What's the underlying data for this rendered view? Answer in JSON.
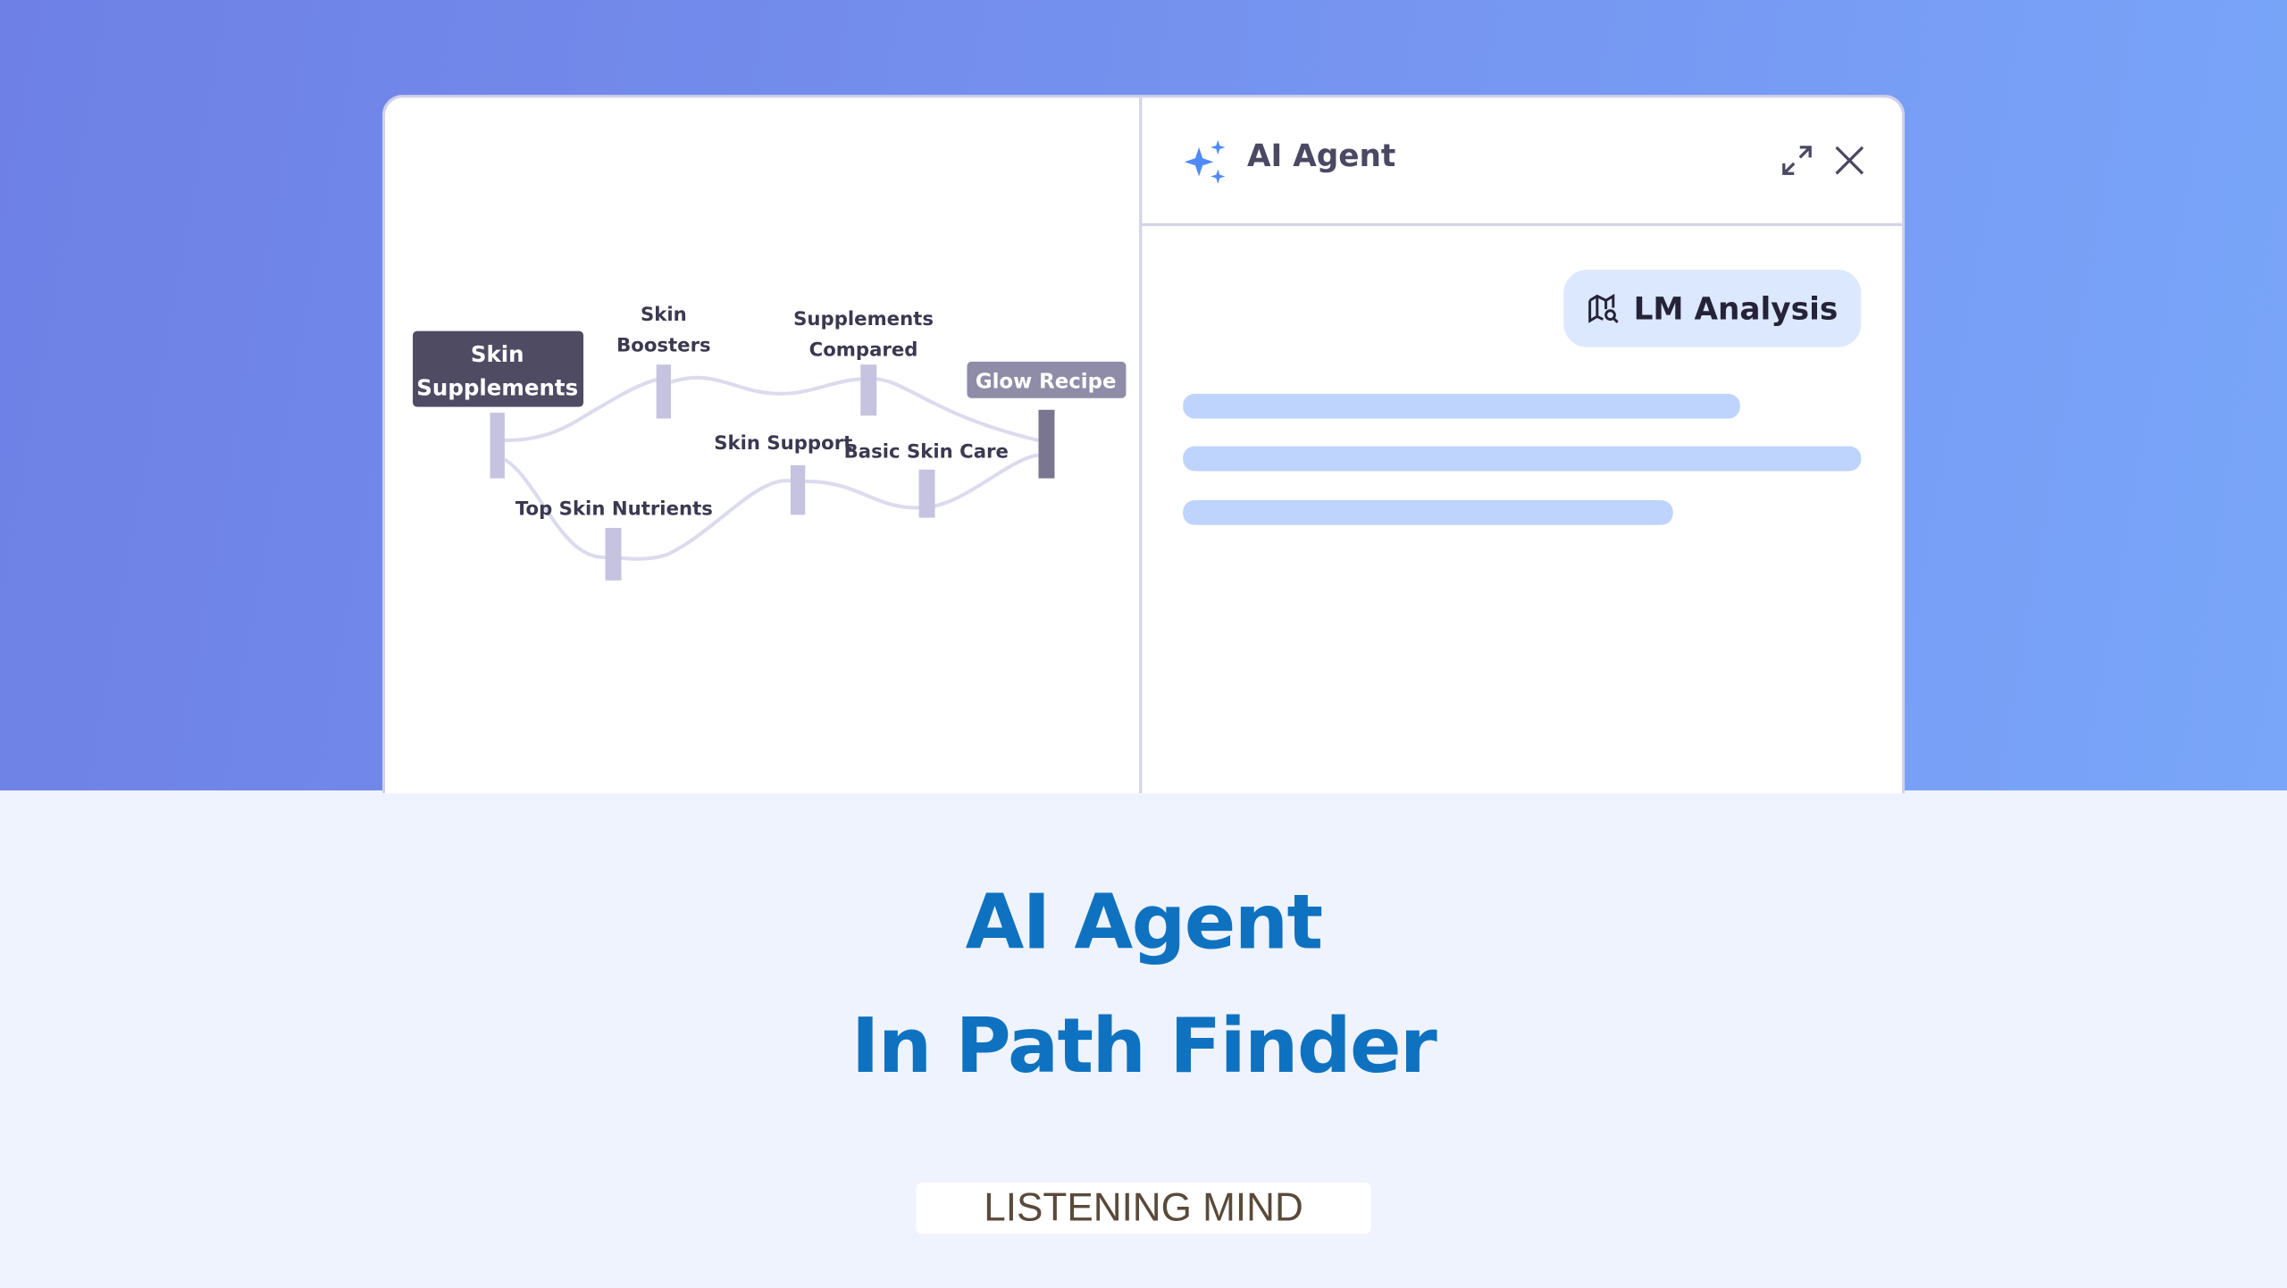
{
  "agent_panel": {
    "title": "AI Agent",
    "lm_analysis_label": "LM Analysis",
    "accent_color": "#4f8af7"
  },
  "path_graph": {
    "nodes": [
      {
        "label_lines": [
          "Skin",
          "Supplements"
        ],
        "state": "selected"
      },
      {
        "label_lines": [
          "Skin",
          "Boosters"
        ]
      },
      {
        "label_lines": [
          "Supplements",
          "Compared"
        ]
      },
      {
        "label_lines": [
          "Glow Recipe"
        ],
        "state": "target"
      },
      {
        "label_lines": [
          "Top Skin Nutrients"
        ]
      },
      {
        "label_lines": [
          "Skin Support"
        ]
      },
      {
        "label_lines": [
          "Basic Skin Care"
        ]
      }
    ]
  },
  "headline": {
    "line1": "AI Agent",
    "line2": "In Path Finder"
  },
  "brand": "LISTENING MIND"
}
